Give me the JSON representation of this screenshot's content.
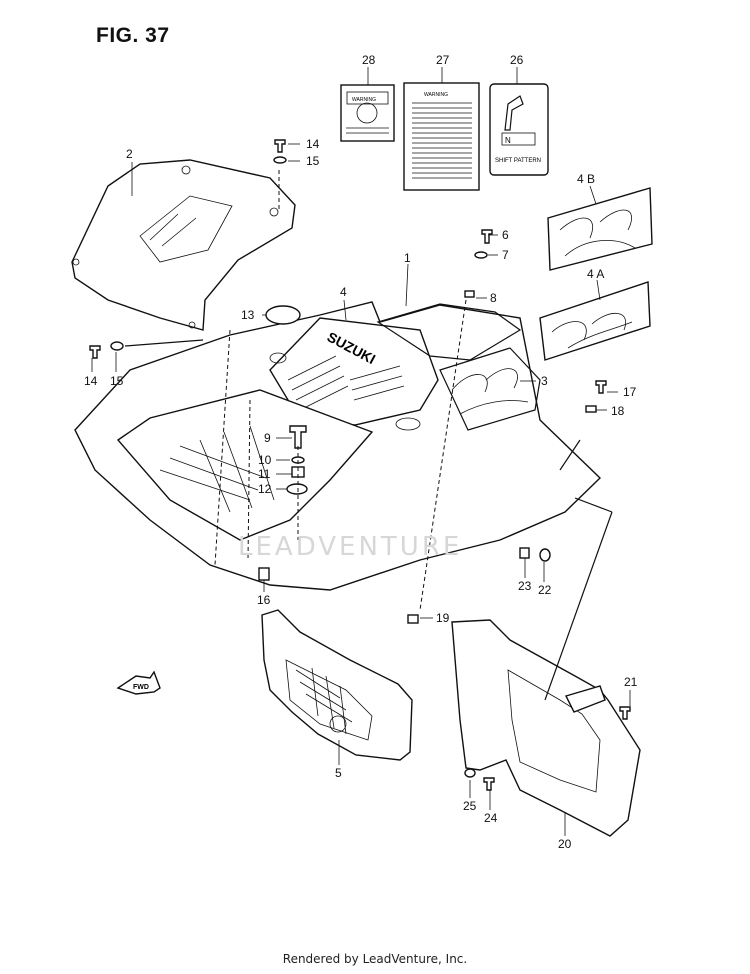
{
  "figure": {
    "title": "FIG. 37",
    "footer": "Rendered by LeadVenture, Inc.",
    "watermark": "LEADVENTURE"
  },
  "labels": {
    "decals": {
      "p28": "28",
      "p27": "27",
      "p26": "26",
      "p4b": "4 B",
      "p4a": "4 A"
    },
    "decal_text": {
      "warning": "WARNING",
      "n_mark": "N",
      "shift": "SHIFT PATTERN",
      "brand": "SUZUKI"
    },
    "hood": {
      "p2": "2",
      "p14a": "14",
      "p15a": "15",
      "p13": "13",
      "p14b": "14",
      "p15b": "15"
    },
    "fender": {
      "p1": "1",
      "p4": "4",
      "p3": "3",
      "p6": "6",
      "p7": "7",
      "p8": "8",
      "p17": "17",
      "p18": "18"
    },
    "mount": {
      "p9": "9",
      "p10": "10",
      "p11": "11",
      "p12": "12",
      "p16": "16",
      "p19": "19",
      "p22": "22",
      "p23": "23"
    },
    "lower": {
      "p5": "5",
      "p20": "20",
      "p21": "21",
      "p24": "24",
      "p25": "25",
      "fwd": "FWD"
    }
  }
}
